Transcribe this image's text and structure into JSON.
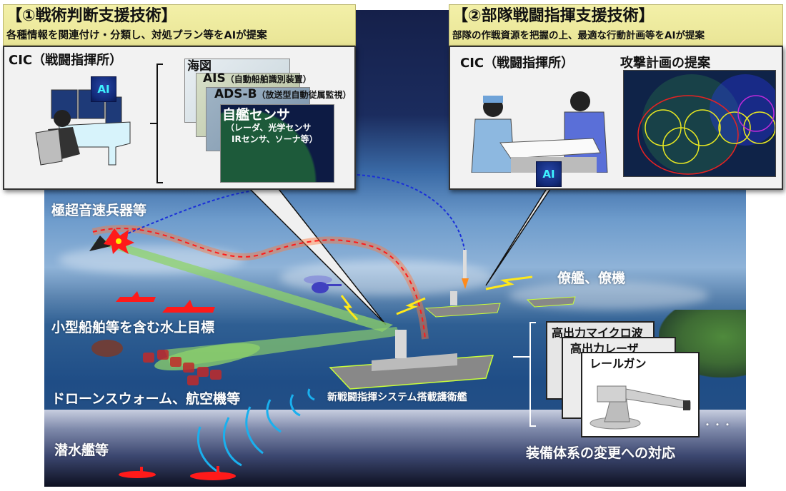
{
  "panel1": {
    "title": "【①戦術判断支援技術】",
    "subtitle": "各種情報を関連付け・分類し、対処プラン等をAIが提案",
    "cic_label": "CIC（戦闘指揮所）",
    "ai_badge": "AI",
    "layers": [
      {
        "name": "海図",
        "note": ""
      },
      {
        "name": "AIS",
        "note": "（自動船舶識別装置）"
      },
      {
        "name": "ADS-B",
        "note": "（放送型自動従属監視）"
      },
      {
        "name": "自艦センサ",
        "note_line1": "（レーダ、光学センサ",
        "note_line2": "IRセンサ、ソーナ等）"
      }
    ]
  },
  "panel2": {
    "title": "【②部隊戦闘指揮支援技術】",
    "subtitle": "部隊の作戦資源を把握の上、最適な行動計画等をAIが提案",
    "cic_label": "CIC（戦闘指揮所）",
    "plan_label": "攻撃計画の提案",
    "ai_badge": "AI"
  },
  "scene": {
    "threat_hypersonic": "極超音速兵器等",
    "threat_surface": "小型船舶等を含む水上目標",
    "threat_drone": "ドローンスウォーム、航空機等",
    "threat_submarine": "潜水艦等",
    "friendly": "僚艦、僚機",
    "own_ship": "新戦闘指揮システム搭載護衛艦",
    "equipment_caption": "装備体系の変更への対応",
    "weapons": [
      "高出力マイクロ波",
      "高出力レーザ",
      "レールガン"
    ],
    "ellipsis": "・・・"
  },
  "colors": {
    "header_bg": "#efeca0",
    "threat_red": "#ff1a1a",
    "sonar_blue": "#1ab0ee",
    "beam_green": "#8fd36a",
    "link_blue": "#1a2fd8"
  }
}
